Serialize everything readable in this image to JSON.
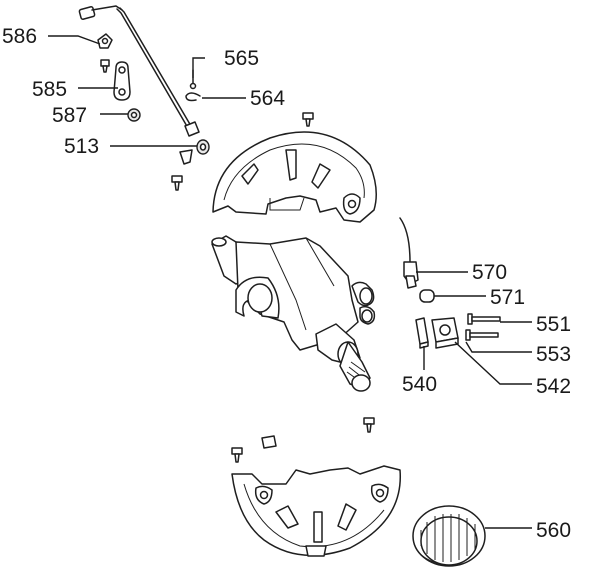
{
  "callouts": [
    {
      "id": "586",
      "text": "586"
    },
    {
      "id": "585",
      "text": "585"
    },
    {
      "id": "587",
      "text": "587"
    },
    {
      "id": "513",
      "text": "513"
    },
    {
      "id": "565",
      "text": "565"
    },
    {
      "id": "564",
      "text": "564"
    },
    {
      "id": "570",
      "text": "570"
    },
    {
      "id": "571",
      "text": "571"
    },
    {
      "id": "551",
      "text": "551"
    },
    {
      "id": "553",
      "text": "553"
    },
    {
      "id": "540",
      "text": "540"
    },
    {
      "id": "542",
      "text": "542"
    },
    {
      "id": "560",
      "text": "560"
    }
  ]
}
